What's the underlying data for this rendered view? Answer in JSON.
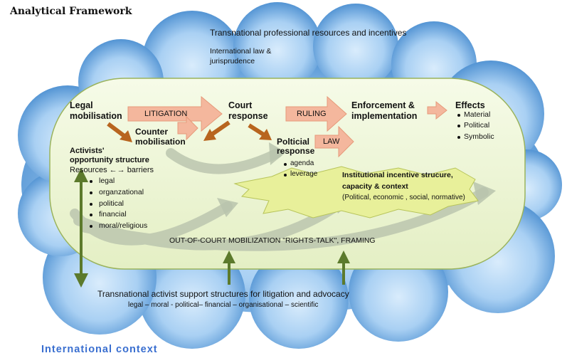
{
  "title": "Analytical Framework",
  "cloud_top": {
    "heading": "Transnational professional resources and incentives",
    "sub_line1": "International law &",
    "sub_line2": "jurisprudence"
  },
  "flow": {
    "legal_mob_line1": "Legal",
    "legal_mob_line2": "mobilisation",
    "litigation": "LITIGATION",
    "counter_line1": "Counter",
    "counter_line2": "mobilisation",
    "court_line1": "Court",
    "court_line2": "response",
    "ruling": "RULING",
    "law": "LAW",
    "enforcement_line1": "Enforcement &",
    "enforcement_line2": "implementation",
    "political_line1": "Polticial",
    "political_line2": "response",
    "political_items": [
      "agenda",
      "leverage"
    ],
    "effects_heading": "Effects",
    "effects_items": [
      "Material",
      "Political",
      "Symbolic"
    ]
  },
  "activists": {
    "heading_line1": "Activists'",
    "heading_line2": "opportunity structure",
    "resources": "Resources ←→ barriers",
    "items": [
      "legal",
      "organzational",
      "political",
      "financial",
      "moral/religious"
    ]
  },
  "institutional": {
    "line1": "Institutional incentive strucure,",
    "line2": "capacity & context",
    "line3": "(Political, economic , social, normative)"
  },
  "out_of_court": "OUT-OF-COURT  MOBILIZATION \"RIGHTS-TALK\", FRAMING",
  "transnational": {
    "heading": "Transnational activist support structures for litigation and advocacy",
    "sub": "legal – moral - political– financial – organisational – scientific"
  },
  "international_context": "International context",
  "colors": {
    "cloud_dark": "#3f86cc",
    "cloud_light": "#cfe6fb",
    "capsule": "#eef6d8",
    "capsule_border": "#9ab35c",
    "arrow_pink": "#f4b79d",
    "arrow_brown": "#b8651f",
    "arrow_green": "#5c7a2c",
    "star": "#e8f09a",
    "context_blue": "#3a6fd0"
  }
}
